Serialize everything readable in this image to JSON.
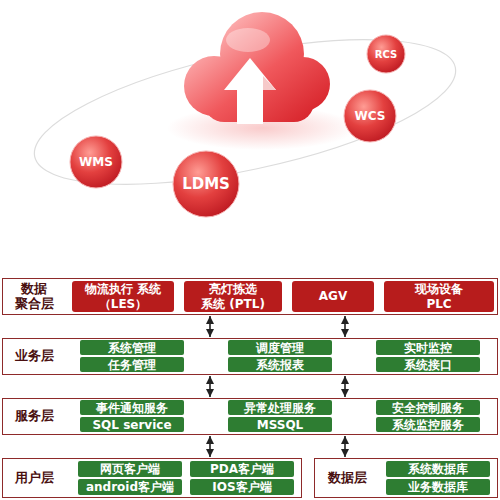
{
  "diagram": {
    "nodes": [
      {
        "text": [
          "RCS"
        ]
      },
      {
        "text": [
          "WCS"
        ]
      },
      {
        "text": [
          "WMS"
        ]
      },
      {
        "text": [
          "LDMS"
        ]
      },
      {
        "text": [
          "数据 聚合层"
        ]
      },
      {
        "text": [
          "物流执行 系统（LES）"
        ],
        "in": 4
      },
      {
        "text": [
          "亮灯拣选 系统 (PTL)"
        ],
        "in": 4
      },
      {
        "text": [
          "AGV"
        ],
        "in": 4
      },
      {
        "text": [
          "现场设备 PLC"
        ],
        "in": 4
      },
      {
        "text": [
          "业务层"
        ]
      },
      {
        "text": [
          "系统管理"
        ],
        "in": 9
      },
      {
        "text": [
          "调度管理"
        ],
        "in": 9
      },
      {
        "text": [
          "实时监控"
        ],
        "in": 9
      },
      {
        "text": [
          "任务管理"
        ],
        "in": 9
      },
      {
        "text": [
          "系统报表"
        ],
        "in": 9
      },
      {
        "text": [
          "系统接口"
        ],
        "in": 9
      },
      {
        "text": [
          "服务层"
        ]
      },
      {
        "text": [
          "事件通知服务"
        ],
        "in": 16
      },
      {
        "text": [
          "异常处理服务"
        ],
        "in": 16
      },
      {
        "text": [
          "安全控制服务"
        ],
        "in": 16
      },
      {
        "text": [
          "SQL service"
        ],
        "in": 16
      },
      {
        "text": [
          "MSSQL"
        ],
        "in": 16
      },
      {
        "text": [
          "系统监控服务"
        ],
        "in": 16
      },
      {
        "text": [
          "用户层"
        ]
      },
      {
        "text": [
          "网页客户端"
        ],
        "in": 23
      },
      {
        "text": [
          "PDA客户端"
        ],
        "in": 23
      },
      {
        "text": [
          "android客户端"
        ],
        "in": 23
      },
      {
        "text": [
          "IOS客户端"
        ],
        "in": 23
      },
      {
        "text": [
          "数据层"
        ]
      },
      {
        "text": [
          "系统数据库"
        ],
        "in": 28
      },
      {
        "text": [
          "业务数据库"
        ],
        "in": 28
      }
    ],
    "edges": [
      {
        "from": 4,
        "to": 9,
        "arrow": "both"
      },
      {
        "from": 4,
        "to": 9,
        "arrow": "both"
      },
      {
        "from": 9,
        "to": 16,
        "arrow": "both"
      },
      {
        "from": 9,
        "to": 16,
        "arrow": "both"
      },
      {
        "from": 16,
        "to": 23,
        "arrow": "both"
      },
      {
        "from": 16,
        "to": 28,
        "arrow": "both"
      }
    ]
  }
}
